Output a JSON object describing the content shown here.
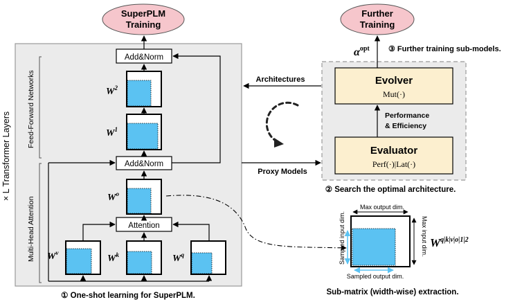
{
  "superplm": {
    "line1": "SuperPLM",
    "line2": "Training"
  },
  "further": {
    "line1": "Further",
    "line2": "Training"
  },
  "layers_label": "× L Transformer Layers",
  "ffn_label": "Feed-Forward Networks",
  "mha_label": "Multi-Head Attention",
  "addnorm_top": "Add&Norm",
  "addnorm_mid": "Add&Norm",
  "attention": "Attention",
  "w2": {
    "base": "W",
    "sup": "2"
  },
  "w1": {
    "base": "W",
    "sup": "1"
  },
  "wo": {
    "base": "W",
    "sup": "o"
  },
  "wv": {
    "base": "W",
    "sup": "v"
  },
  "wk": {
    "base": "W",
    "sup": "k"
  },
  "wq": {
    "base": "W",
    "sup": "q"
  },
  "step1": "① One-shot learning for SuperPLM.",
  "architectures": "Architectures",
  "proxy_models": "Proxy Models",
  "alpha": {
    "base": "α",
    "sup": "opt"
  },
  "step3": "③ Further training sub-models.",
  "evolver": {
    "title": "Evolver",
    "func": "Mut(·)"
  },
  "perf_eff": {
    "line1": "Performance",
    "line2": "& Efficiency"
  },
  "evaluator": {
    "title": "Evaluator",
    "func": "Perf(·)|Lat(·)"
  },
  "step2": "② Search the optimal architecture.",
  "submatrix": {
    "max_output": "Max output dim.",
    "max_input": "Max input dim.",
    "sampled_input": "Sampled input dim.",
    "sampled_output": "Sampled output dim.",
    "formula_base": "W",
    "formula_sup": "q|k|v|o|1|2",
    "caption": "Sub-matrix (width-wise) extraction."
  },
  "colors": {
    "pink": "#f6c6cc",
    "cream": "#fcefcf",
    "blue": "#5bc2f2",
    "panel": "#ebebeb",
    "arrow_light": "#7fd0f0"
  }
}
